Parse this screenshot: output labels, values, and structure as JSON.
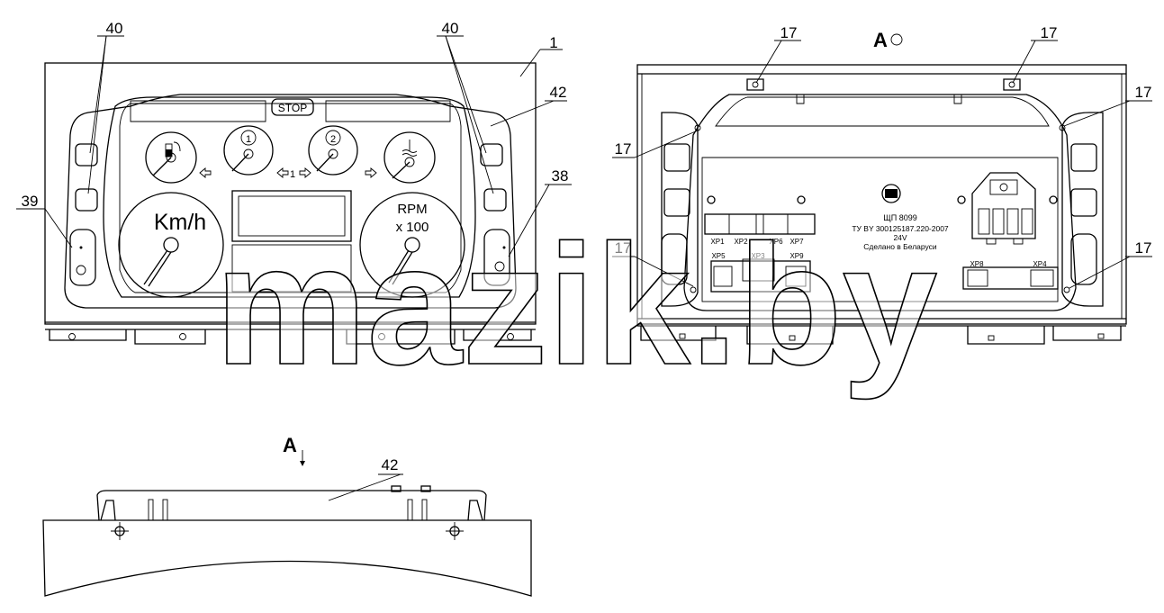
{
  "callouts": {
    "c40_left": "40",
    "c40_right": "40",
    "c1": "1",
    "c42_front": "42",
    "c39": "39",
    "c38": "38",
    "c17_top_left": "17",
    "c17_top_right": "17",
    "c17_right_upper": "17",
    "c17_left_upper": "17",
    "c17_left_lower": "17",
    "c17_right_lower": "17",
    "c42_side": "42"
  },
  "front_panel": {
    "stop_label": "STOP",
    "tacho_unit_1": "1",
    "tacho_unit_2": "2",
    "indicator_center_label": "1",
    "speedometer_label": "Km/h",
    "rpm_label": "RPM",
    "rpm_multiplier": "x 100"
  },
  "rear_view": {
    "view_label": "A",
    "model": "ЩП 8099",
    "spec": "ТУ BY 300125187.220-2007",
    "voltage": "24V",
    "made_in": "Сделано в Беларуси",
    "connectors": [
      "XP1",
      "XP2",
      "XP6",
      "XP7",
      "XP5",
      "XP3",
      "XP9",
      "XP8",
      "XP4"
    ]
  },
  "side_view": {
    "view_label": "A"
  },
  "watermark": "mazik.by"
}
